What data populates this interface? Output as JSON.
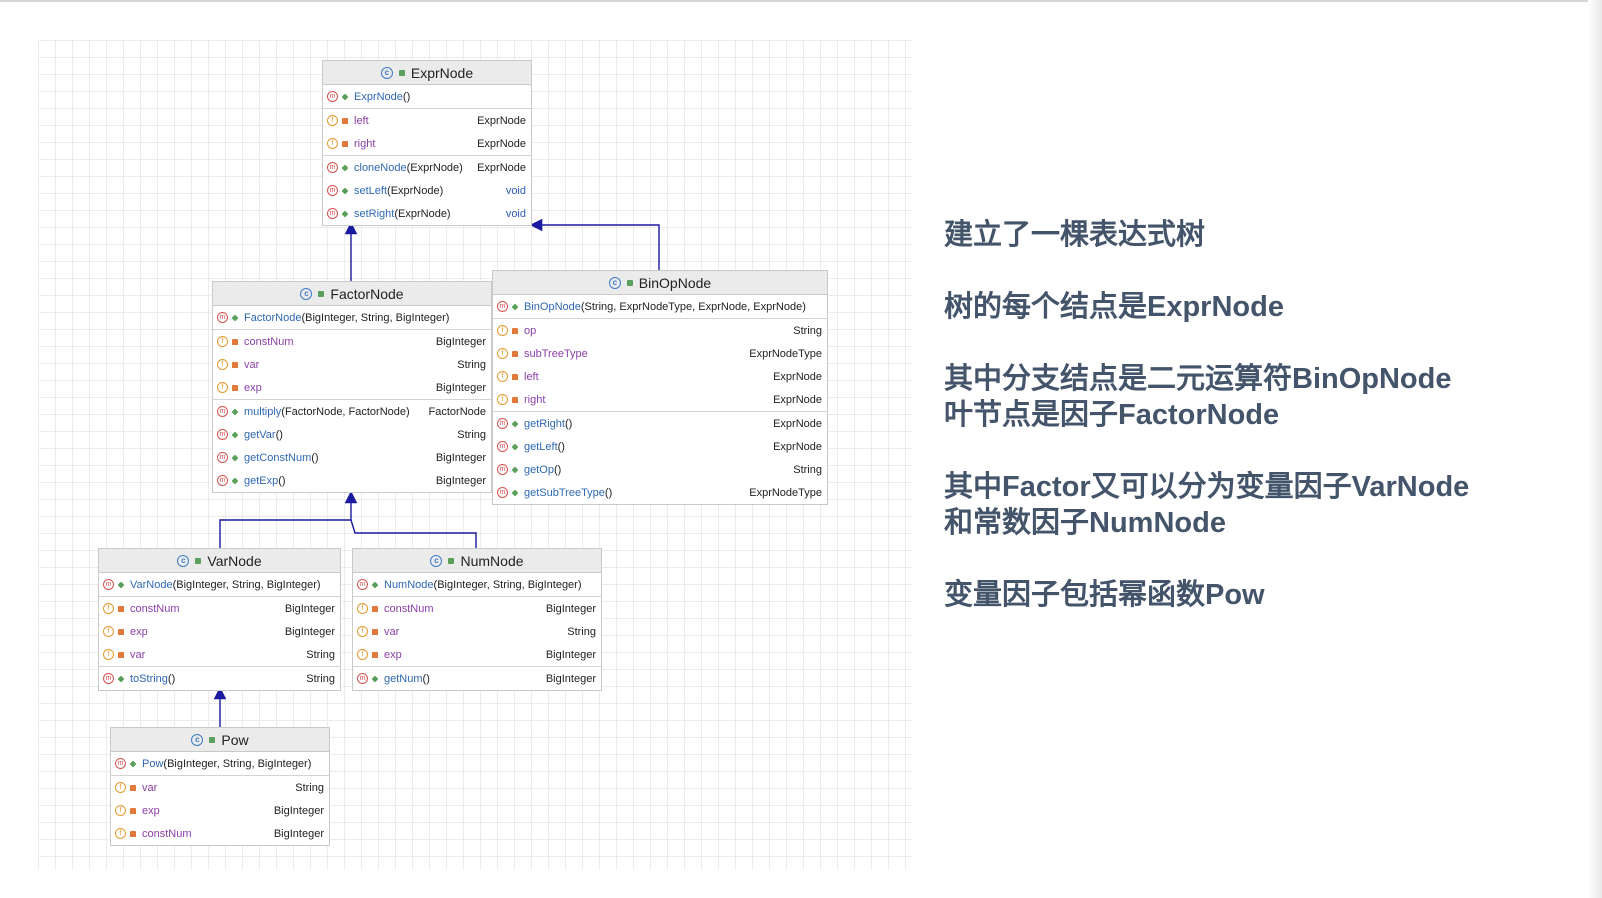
{
  "classes": [
    {
      "name": "ExprNode",
      "sections": [
        [
          {
            "kind": "m",
            "vis": "pub",
            "name": "ExprNode",
            "params": "()",
            "type": ""
          }
        ],
        [
          {
            "kind": "f",
            "vis": "priv",
            "name": "left",
            "params": "",
            "type": "ExprNode"
          },
          {
            "kind": "f",
            "vis": "priv",
            "name": "right",
            "params": "",
            "type": "ExprNode"
          }
        ],
        [
          {
            "kind": "m",
            "vis": "pub",
            "name": "cloneNode",
            "params": "(ExprNode)",
            "type": "ExprNode"
          },
          {
            "kind": "m",
            "vis": "pub",
            "name": "setLeft",
            "params": "(ExprNode)",
            "type": "void"
          },
          {
            "kind": "m",
            "vis": "pub",
            "name": "setRight",
            "params": "(ExprNode)",
            "type": "void"
          }
        ]
      ]
    },
    {
      "name": "FactorNode",
      "sections": [
        [
          {
            "kind": "m",
            "vis": "pub",
            "name": "FactorNode",
            "params": "(BigInteger, String, BigInteger)",
            "type": ""
          }
        ],
        [
          {
            "kind": "f",
            "vis": "priv",
            "name": "constNum",
            "params": "",
            "type": "BigInteger"
          },
          {
            "kind": "f",
            "vis": "priv",
            "name": "var",
            "params": "",
            "type": "String"
          },
          {
            "kind": "f",
            "vis": "priv",
            "name": "exp",
            "params": "",
            "type": "BigInteger"
          }
        ],
        [
          {
            "kind": "m",
            "vis": "pub",
            "name": "multiply",
            "params": "(FactorNode, FactorNode)",
            "type": "FactorNode"
          },
          {
            "kind": "m",
            "vis": "pub",
            "name": "getVar",
            "params": "()",
            "type": "String"
          },
          {
            "kind": "m",
            "vis": "pub",
            "name": "getConstNum",
            "params": "()",
            "type": "BigInteger"
          },
          {
            "kind": "m",
            "vis": "pub",
            "name": "getExp",
            "params": "()",
            "type": "BigInteger"
          }
        ]
      ]
    },
    {
      "name": "BinOpNode",
      "sections": [
        [
          {
            "kind": "m",
            "vis": "pub",
            "name": "BinOpNode",
            "params": "(String, ExprNodeType, ExprNode, ExprNode)",
            "type": ""
          }
        ],
        [
          {
            "kind": "f",
            "vis": "priv",
            "name": "op",
            "params": "",
            "type": "String"
          },
          {
            "kind": "f",
            "vis": "priv",
            "name": "subTreeType",
            "params": "",
            "type": "ExprNodeType"
          },
          {
            "kind": "f",
            "vis": "priv",
            "name": "left",
            "params": "",
            "type": "ExprNode"
          },
          {
            "kind": "f",
            "vis": "priv",
            "name": "right",
            "params": "",
            "type": "ExprNode"
          }
        ],
        [
          {
            "kind": "m",
            "vis": "pub",
            "name": "getRight",
            "params": "()",
            "type": "ExprNode"
          },
          {
            "kind": "m",
            "vis": "pub",
            "name": "getLeft",
            "params": "()",
            "type": "ExprNode"
          },
          {
            "kind": "m",
            "vis": "pub",
            "name": "getOp",
            "params": "()",
            "type": "String"
          },
          {
            "kind": "m",
            "vis": "pub",
            "name": "getSubTreeType",
            "params": "()",
            "type": "ExprNodeType"
          }
        ]
      ]
    },
    {
      "name": "VarNode",
      "sections": [
        [
          {
            "kind": "m",
            "vis": "pub",
            "name": "VarNode",
            "params": "(BigInteger, String, BigInteger)",
            "type": ""
          }
        ],
        [
          {
            "kind": "f",
            "vis": "priv",
            "name": "constNum",
            "params": "",
            "type": "BigInteger"
          },
          {
            "kind": "f",
            "vis": "priv",
            "name": "exp",
            "params": "",
            "type": "BigInteger"
          },
          {
            "kind": "f",
            "vis": "priv",
            "name": "var",
            "params": "",
            "type": "String"
          }
        ],
        [
          {
            "kind": "m",
            "vis": "pub",
            "name": "toString",
            "params": "()",
            "type": "String"
          }
        ]
      ]
    },
    {
      "name": "NumNode",
      "sections": [
        [
          {
            "kind": "m",
            "vis": "pub",
            "name": "NumNode",
            "params": "(BigInteger, String, BigInteger)",
            "type": ""
          }
        ],
        [
          {
            "kind": "f",
            "vis": "priv",
            "name": "constNum",
            "params": "",
            "type": "BigInteger"
          },
          {
            "kind": "f",
            "vis": "priv",
            "name": "var",
            "params": "",
            "type": "String"
          },
          {
            "kind": "f",
            "vis": "priv",
            "name": "exp",
            "params": "",
            "type": "BigInteger"
          }
        ],
        [
          {
            "kind": "m",
            "vis": "pub",
            "name": "getNum",
            "params": "()",
            "type": "BigInteger"
          }
        ]
      ]
    },
    {
      "name": "Pow",
      "sections": [
        [
          {
            "kind": "m",
            "vis": "pub",
            "name": "Pow",
            "params": "(BigInteger, String, BigInteger)",
            "type": ""
          }
        ],
        [
          {
            "kind": "f",
            "vis": "priv",
            "name": "var",
            "params": "",
            "type": "String"
          },
          {
            "kind": "f",
            "vis": "priv",
            "name": "exp",
            "params": "",
            "type": "BigInteger"
          },
          {
            "kind": "f",
            "vis": "priv",
            "name": "constNum",
            "params": "",
            "type": "BigInteger"
          }
        ]
      ]
    }
  ],
  "edges": [
    {
      "from": "FactorNode",
      "to": "ExprNode"
    },
    {
      "from": "BinOpNode",
      "to": "ExprNode"
    },
    {
      "from": "VarNode",
      "to": "FactorNode"
    },
    {
      "from": "NumNode",
      "to": "FactorNode"
    },
    {
      "from": "Pow",
      "to": "VarNode"
    }
  ],
  "colors": {
    "edge": "#1a1aa0",
    "text": "#44546a",
    "method_name": "#2f69b3",
    "field_name": "#8b3fa8"
  },
  "text": {
    "line1": "建立了一棵表达式树",
    "line2": "树的每个结点是ExprNode",
    "line3a": "其中分支结点是二元运算符BinOpNode",
    "line3b": "叶节点是因子FactorNode",
    "line4a": "其中Factor又可以分为变量因子VarNode",
    "line4b": "和常数因子NumNode",
    "line5": "变量因子包括幂函数Pow"
  }
}
